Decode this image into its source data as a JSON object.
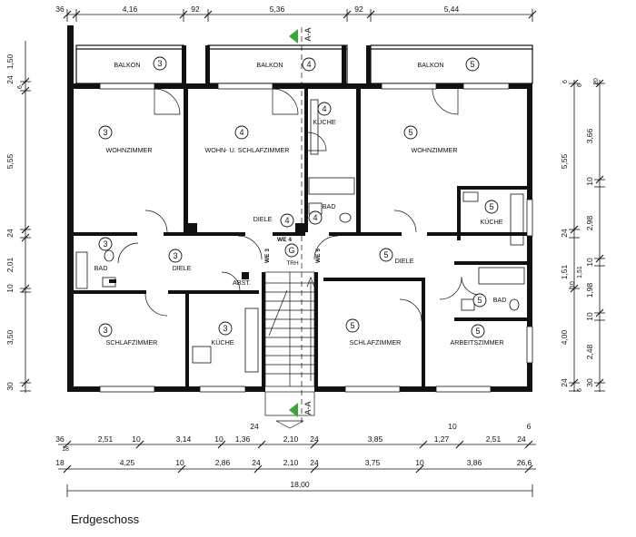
{
  "title": "Erdgeschoss",
  "section_marker": "A-A",
  "rooms": {
    "balcony_left": {
      "name": "BALKON",
      "unit": "3"
    },
    "balcony_mid": {
      "name": "BALKON",
      "unit": "4"
    },
    "balcony_right": {
      "name": "BALKON",
      "unit": "5"
    },
    "living_left": {
      "name": "WOHNZIMMER",
      "unit": "3"
    },
    "living_mid": {
      "name": "WOHN- U. SCHLAFZIMMER",
      "unit": "4"
    },
    "kitchen_mid": {
      "name": "KÜCHE",
      "unit": "4"
    },
    "living_right": {
      "name": "WOHNZIMMER",
      "unit": "5"
    },
    "bath_mid": {
      "name": "BAD"
    },
    "hall_mid": {
      "name": "DIELE",
      "unit": "4",
      "unit2": "4"
    },
    "kitchen_right": {
      "name": "KÜCHE",
      "unit": "5"
    },
    "bath_left": {
      "name": "BAD",
      "unit": "3"
    },
    "hall_left": {
      "name": "DIELE",
      "unit": "3"
    },
    "storage": {
      "name": "ABST."
    },
    "hall_right": {
      "name": "DIELE",
      "unit": "5"
    },
    "bath_right": {
      "name": "BAD",
      "unit": "5"
    },
    "bedroom_left": {
      "name": "SCHLAFZIMMER",
      "unit": "3"
    },
    "kitchen_left": {
      "name": "KÜCHE",
      "unit": "3"
    },
    "bedroom_right": {
      "name": "SCHLAFZIMMER",
      "unit": "5"
    },
    "work_room": {
      "name": "ARBEITSZIMMER",
      "unit": "5"
    }
  },
  "stair": {
    "label": "TRH",
    "entrance": "G",
    "we3": "WE 3",
    "we4": "WE 4",
    "we5": "WE 5"
  },
  "dims": {
    "top": [
      "36",
      "4,16",
      "92",
      "5,36",
      "92",
      "5,44"
    ],
    "bottom1_left": "36",
    "bottom1_left2": "18",
    "bottom1": [
      "2,51",
      "10",
      "3,14",
      "10",
      "1,36",
      "2,10",
      "24",
      "3,85",
      "1,27",
      "2,51",
      "24"
    ],
    "bottom1_extra": {
      "top24": "24",
      "top10": "10",
      "top6": "6"
    },
    "bottom2": [
      "18",
      "4,25",
      "10",
      "2,86",
      "24",
      "2,10",
      "24",
      "3,75",
      "10",
      "3,86",
      "26,6"
    ],
    "total": "18,00",
    "left": [
      "24",
      "1,50",
      "6",
      "5,55",
      "24",
      "2,01",
      "10",
      "3,50",
      "30"
    ],
    "right_inner": [
      "6",
      "5,55",
      "24",
      "1,51",
      "10",
      "4,00",
      "24"
    ],
    "right_outer": [
      "20",
      "3,66",
      "10",
      "2,98",
      "10",
      "1,98",
      "10",
      "2,48",
      "30",
      "6",
      "1,51",
      "6"
    ]
  }
}
